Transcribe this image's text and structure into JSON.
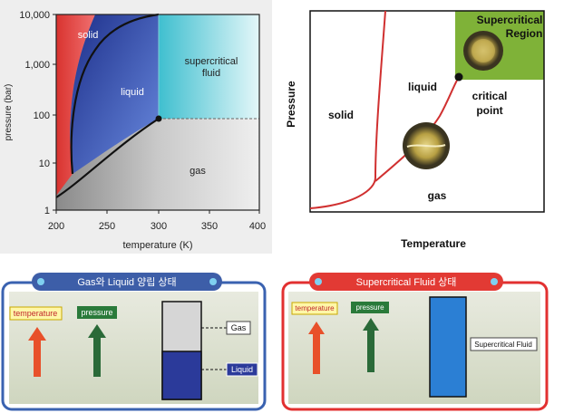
{
  "phase_chart": {
    "y_ticks": [
      "10,000",
      "1,000",
      "100",
      "10",
      "1"
    ],
    "x_ticks": [
      "200",
      "250",
      "300",
      "350",
      "400"
    ],
    "ylabel": "pressure (bar)",
    "xlabel": "temperature (K)",
    "region_solid": "solid",
    "region_liquid": "liquid",
    "region_supercritical_line1": "supercritical",
    "region_supercritical_line2": "fluid",
    "region_gas": "gas"
  },
  "sketch_diagram": {
    "ylabel": "Pressure",
    "xlabel": "Temperature",
    "solid": "solid",
    "liquid": "liquid",
    "gas": "gas",
    "critical_line1": "critical",
    "critical_line2": "point",
    "supercritical_line1": "Supercritical",
    "supercritical_line2": "Region",
    "colors": {
      "region": "#7fb238",
      "curve": "#d03030"
    }
  },
  "panel_left": {
    "title": "Gas와 Liquid 양립 상태",
    "temperature": "temperature",
    "pressure": "pressure",
    "gas": "Gas",
    "liquid": "Liquid",
    "colors": {
      "frame": "#3a62b0",
      "gas_fill": "#d6d6d6",
      "liquid_fill": "#2b3a9a"
    }
  },
  "panel_right": {
    "title": "Supercritical Fluid 상태",
    "temperature": "temperature",
    "pressure": "pressure",
    "fluid": "Supercritical Fluid",
    "colors": {
      "frame": "#e23030",
      "fluid_fill": "#2b7fd4"
    }
  }
}
